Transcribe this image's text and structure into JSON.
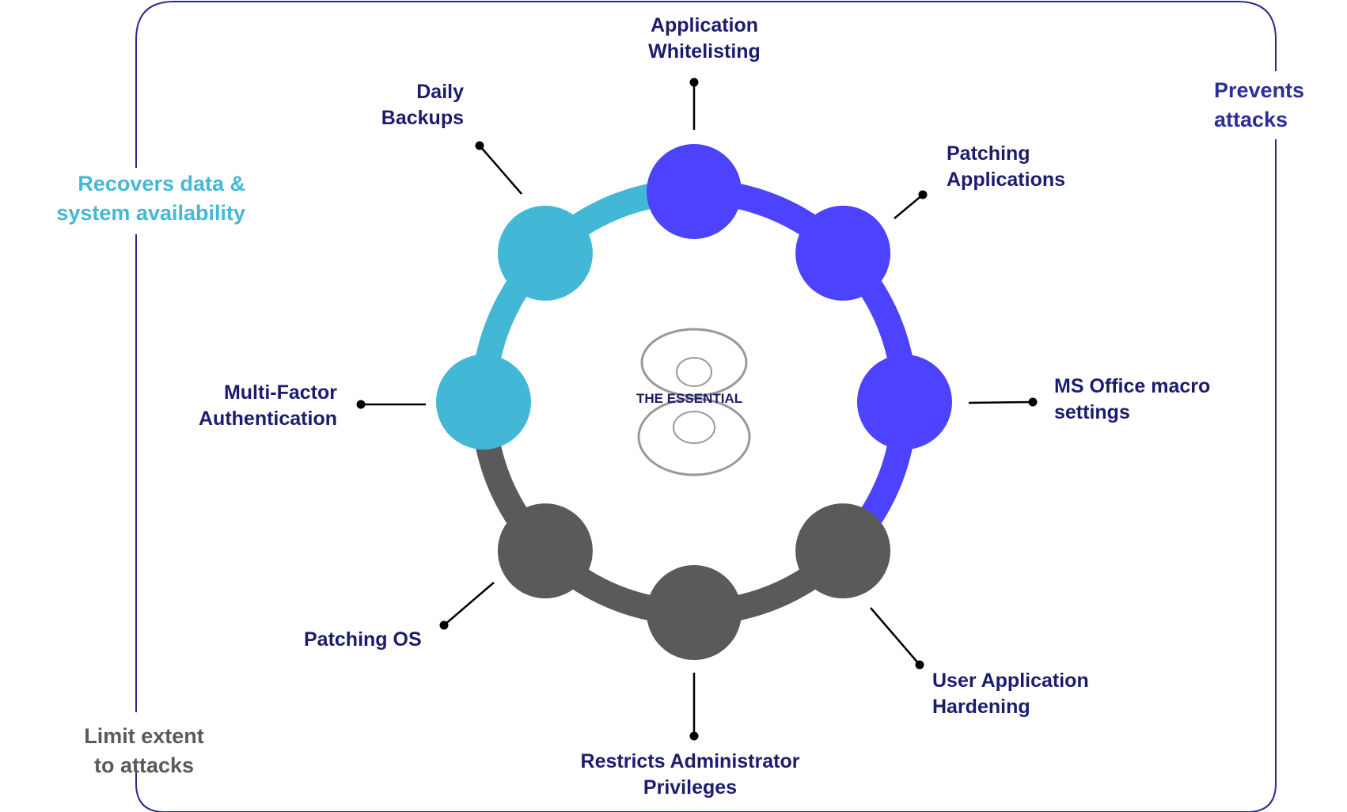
{
  "center": {
    "title": "THE ESSENTIAL",
    "number": "8"
  },
  "categories": {
    "prevents": {
      "lines": [
        "Prevents",
        "attacks"
      ],
      "color": "#2e2e9a"
    },
    "recovers": {
      "lines": [
        "Recovers data &",
        "system availability"
      ],
      "color": "#44b8d6"
    },
    "limits": {
      "lines": [
        "Limit extent",
        "to attacks"
      ],
      "color": "#5a5a5a"
    }
  },
  "colors": {
    "prevents": "#4d43ff",
    "recovers": "#43b8d6",
    "limits": "#5a5a5a",
    "border": "#2a2a8a",
    "label": "#1c1c6e"
  },
  "strategies": [
    {
      "name": "application-whitelisting",
      "lines": [
        "Application",
        "Whitelisting"
      ],
      "group": "prevents"
    },
    {
      "name": "patching-applications",
      "lines": [
        "Patching",
        "Applications"
      ],
      "group": "prevents"
    },
    {
      "name": "ms-office-macro-settings",
      "lines": [
        "MS Office macro",
        "settings"
      ],
      "group": "prevents"
    },
    {
      "name": "user-application-hardening",
      "lines": [
        "User Application",
        "Hardening"
      ],
      "group": "limits"
    },
    {
      "name": "restricts-administrator-privileges",
      "lines": [
        "Restricts Administrator",
        "Privileges"
      ],
      "group": "limits"
    },
    {
      "name": "patching-os",
      "lines": [
        "Patching OS"
      ],
      "group": "limits"
    },
    {
      "name": "multi-factor-authentication",
      "lines": [
        "Multi-Factor",
        "Authentication"
      ],
      "group": "recovers"
    },
    {
      "name": "daily-backups",
      "lines": [
        "Daily",
        "Backups"
      ],
      "group": "recovers"
    }
  ]
}
